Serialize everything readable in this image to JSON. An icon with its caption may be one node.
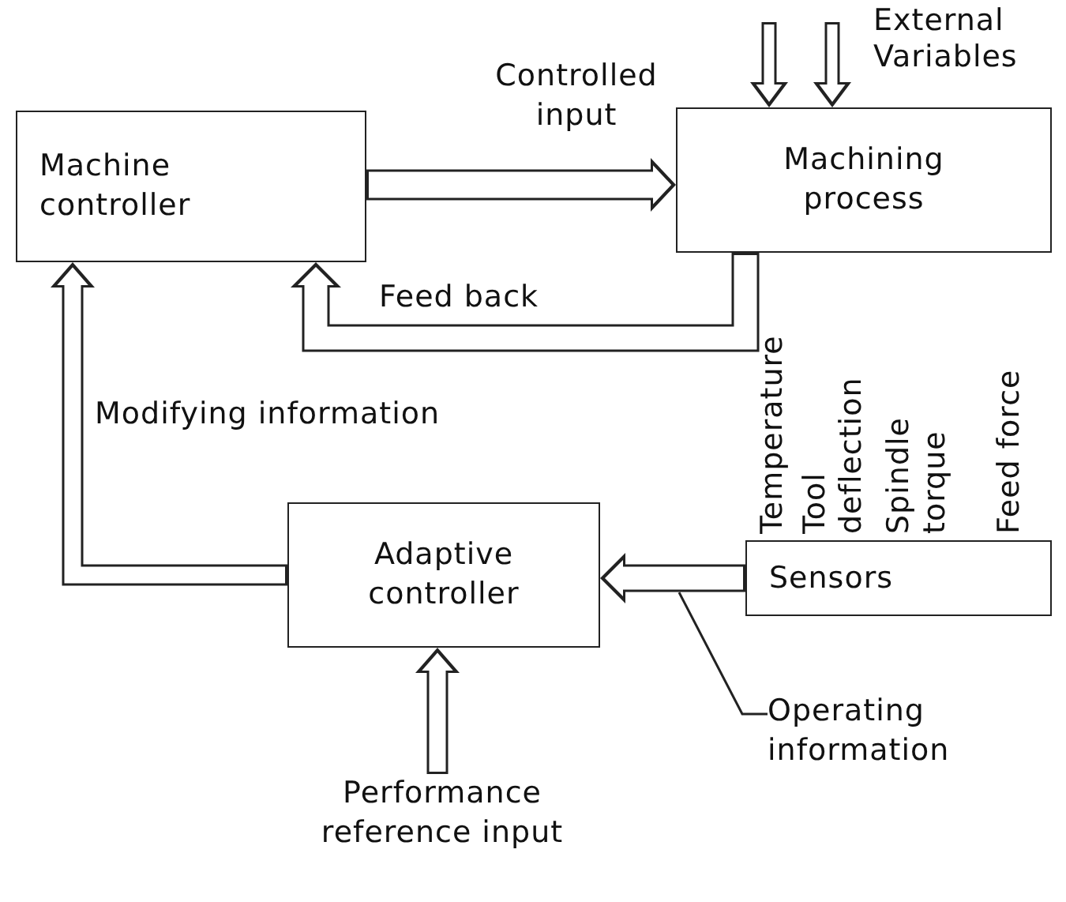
{
  "diagram": {
    "nodes": [
      {
        "text": [
          "Machine controller"
        ]
      },
      {
        "text": [
          "Machining process"
        ],
        "beside": [
          "External Variables"
        ]
      },
      {
        "text": [
          "Adaptive controller"
        ]
      },
      {
        "text": [
          "Sensors"
        ],
        "beside": [
          "Temperature",
          "Tool deflection",
          "Spindle torque",
          "Feed force"
        ]
      },
      {
        "text": [
          "Performance reference input"
        ]
      },
      {
        "text": [
          "Operating information"
        ]
      }
    ],
    "edges": [
      {
        "from": 0,
        "to": 1,
        "arrow": "to",
        "label": "Controlled input"
      },
      {
        "from": 1,
        "to": 0,
        "arrow": "to",
        "label": "Feed back"
      },
      {
        "from": 2,
        "to": 0,
        "arrow": "to",
        "label": "Modifying information"
      },
      {
        "from": 3,
        "to": 2,
        "arrow": "to"
      },
      {
        "from": null,
        "to": 1,
        "arrow": "to"
      },
      {
        "from": null,
        "to": 1,
        "arrow": "to"
      },
      {
        "from": 4,
        "to": 2,
        "arrow": "to"
      },
      {
        "from": 5,
        "to": null,
        "arrow": "none"
      }
    ]
  }
}
